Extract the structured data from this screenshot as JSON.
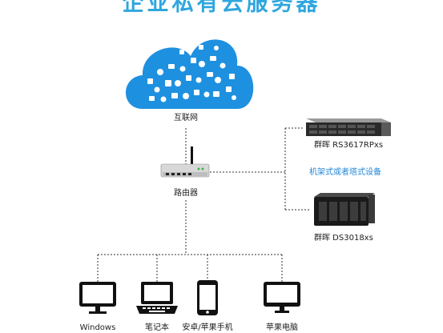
{
  "title": "企业私有云服务器",
  "nodes": {
    "internet": "互联网",
    "router": "路由器",
    "nas_rack": "群晖 RS3617RPxs",
    "nas_tower": "群晖 DS3018xs",
    "nas_group": "机架式或者塔式设备"
  },
  "clients": [
    "Windows",
    "笔记本",
    "安卓/苹果手机",
    "苹果电脑"
  ],
  "colors": {
    "title": "#2fa6df",
    "cloud": "#1e90e0",
    "accent": "#1f86d8",
    "line": "#333333",
    "device": "#111111"
  },
  "icons": {
    "cloud": "cloud-apps-icon",
    "router": "wifi-router-icon",
    "rack": "rack-nas-icon",
    "tower": "tower-nas-icon",
    "monitor": "desktop-monitor-icon",
    "laptop": "laptop-icon",
    "phone": "phone-icon",
    "imac": "imac-icon"
  }
}
